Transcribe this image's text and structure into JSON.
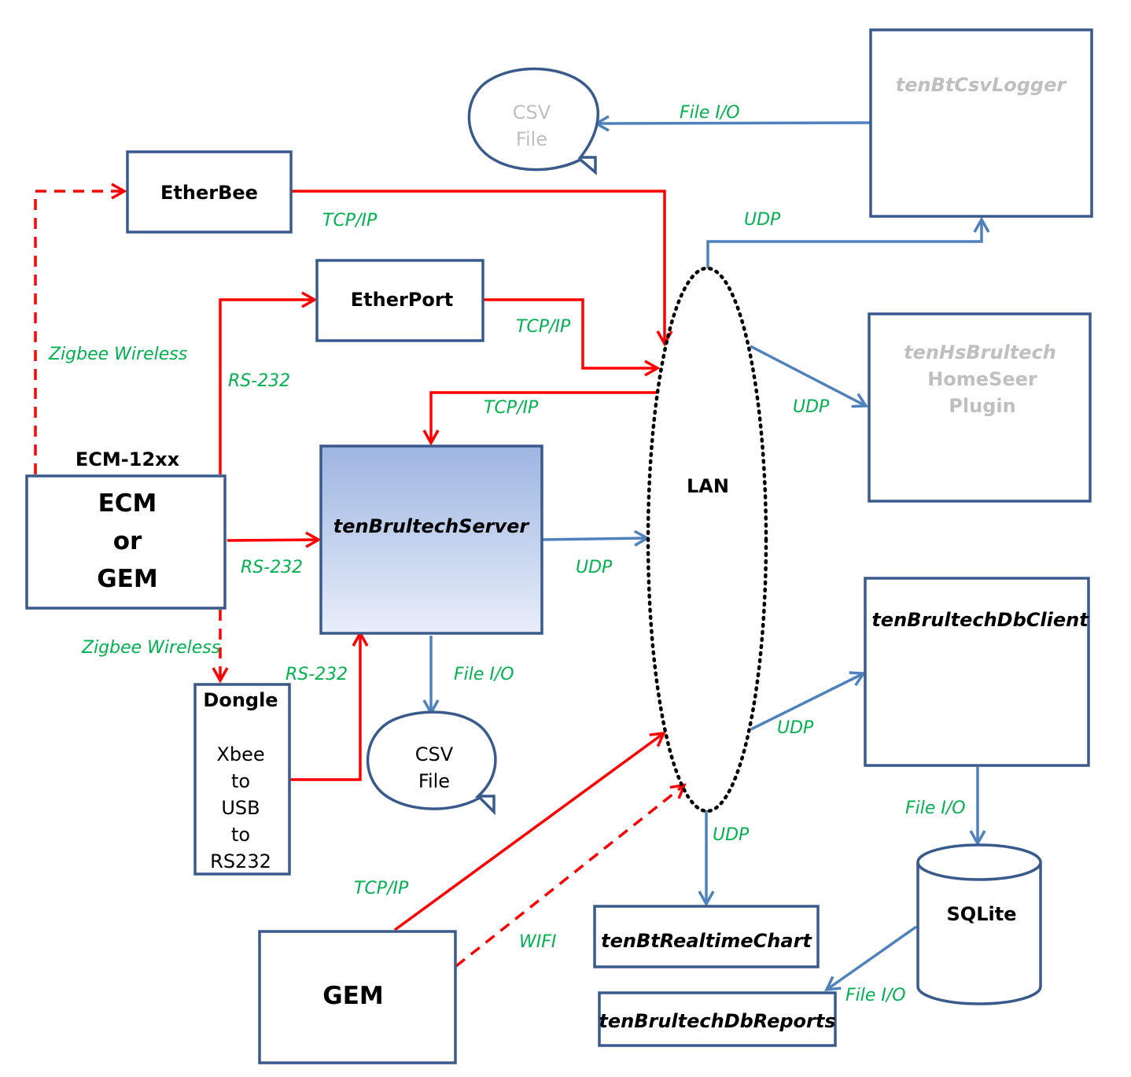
{
  "nodes": {
    "etherbee": "EtherBee",
    "etherport": "EtherPort",
    "ecm_header": "ECM-12xx",
    "ecm_line1": "ECM",
    "ecm_line2": "or",
    "ecm_line3": "GEM",
    "server": "tenBrultechServer",
    "dongle_title": "Dongle",
    "dongle_lines": [
      "Xbee",
      "to",
      "USB",
      "to",
      "RS232"
    ],
    "csv_bottom_1": "CSV",
    "csv_bottom_2": "File",
    "csv_top_1": "CSV",
    "csv_top_2": "File",
    "lan": "LAN",
    "csvlogger": "tenBtCsvLogger",
    "hs_line1": "tenHsBrultech",
    "hs_line2": "HomeSeer",
    "hs_line3": "Plugin",
    "dbclient": "tenBrultechDbClient",
    "sqlite": "SQLite",
    "realtime": "tenBtRealtimeChart",
    "dbreports": "tenBrultechDbReports",
    "gem": "GEM"
  },
  "links": {
    "zigbee_left": "Zigbee Wireless",
    "zigbee_bottom": "Zigbee Wireless",
    "etherbee_tcp": "TCP/IP",
    "etherport_tcp": "TCP/IP",
    "rs232_up": "RS-232",
    "server_tcp": "TCP/IP",
    "rs232_server": "RS-232",
    "server_udp": "UDP",
    "rs232_dongle": "RS-232",
    "server_fileio": "File I/O",
    "csvlogger_fileio": "File I/O",
    "udp_csvlogger": "UDP",
    "udp_hs": "UDP",
    "udp_dbclient": "UDP",
    "udp_realtime": "UDP",
    "dbclient_fileio": "File I/O",
    "sqlite_fileio": "File I/O",
    "gem_tcp": "TCP/IP",
    "gem_wifi": "WIFI"
  },
  "colors": {
    "box_border": "#3a5a8c",
    "wired_link": "#ff0000",
    "network_link": "#4f81bd",
    "link_label": "#00b050",
    "inactive_text": "#bfbfbf"
  }
}
